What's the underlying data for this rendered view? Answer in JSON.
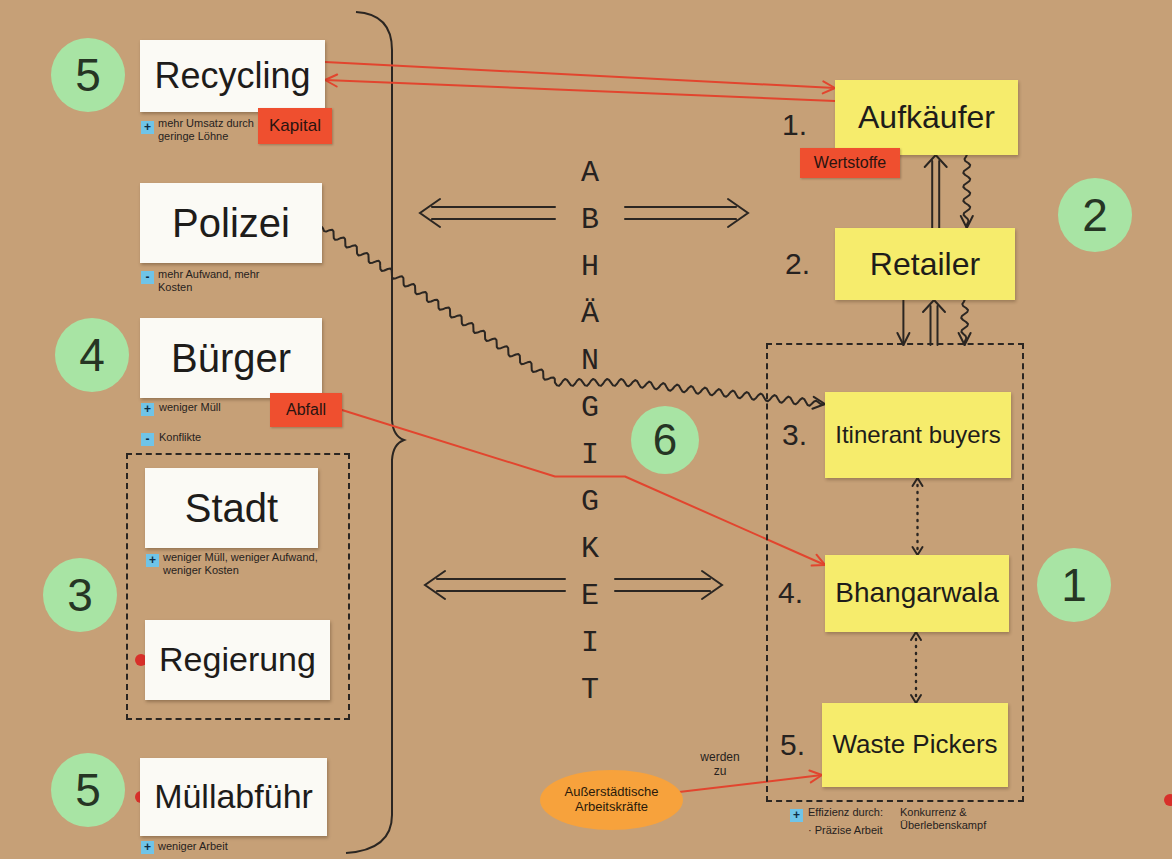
{
  "diagram": {
    "nodes": [
      {
        "text": [
          "5"
        ]
      },
      {
        "text": [
          "Recycling"
        ]
      },
      {
        "text": [
          "Kapital"
        ]
      },
      {
        "text": [
          "Aufkäufer"
        ]
      },
      {
        "text": [
          "Wertstoffe"
        ]
      },
      {
        "text": [
          "2"
        ]
      },
      {
        "text": [
          "Polizei"
        ]
      },
      {
        "text": [
          "Retailer"
        ]
      },
      {
        "text": [
          "4"
        ]
      },
      {
        "text": [
          "Bürger"
        ]
      },
      {
        "text": [
          "Abfall"
        ]
      },
      {
        "text": []
      },
      {
        "text": [
          "Itinerant buyers"
        ],
        "in": 11
      },
      {
        "text": [
          "6"
        ]
      },
      {
        "text": []
      },
      {
        "text": [
          "Stadt"
        ],
        "in": 14
      },
      {
        "text": [
          "Regierung"
        ],
        "in": 14
      },
      {
        "text": [
          "3"
        ]
      },
      {
        "text": [
          "Bhangarwala"
        ],
        "in": 11
      },
      {
        "text": [
          "1"
        ]
      },
      {
        "text": [
          "Waste Pickers"
        ],
        "in": 11
      },
      {
        "text": [
          "5"
        ]
      },
      {
        "text": [
          "Müllabführ"
        ]
      },
      {
        "text": [
          "Außerstädtische Arbeitskräfte"
        ]
      }
    ],
    "edges": [
      {
        "from": 1,
        "to": 3,
        "arrow": "to"
      },
      {
        "from": 3,
        "to": 1,
        "arrow": "to"
      },
      {
        "from": 7,
        "to": 3,
        "arrow": "to"
      },
      {
        "from": 3,
        "to": 7,
        "arrow": "to"
      },
      {
        "from": 7,
        "to": 11,
        "arrow": "to"
      },
      {
        "from": 11,
        "to": 7,
        "arrow": "to"
      },
      {
        "from": 7,
        "to": 11,
        "arrow": "to"
      },
      {
        "from": 6,
        "to": 12,
        "arrow": "to"
      },
      {
        "from": 10,
        "to": 18,
        "arrow": "to"
      },
      {
        "from": 12,
        "to": 18,
        "arrow": "both"
      },
      {
        "from": 18,
        "to": 20,
        "arrow": "both"
      },
      {
        "from": 23,
        "to": 20,
        "label": "werden zu",
        "arrow": "to"
      }
    ],
    "labels": [
      "+",
      "mehr Umsatz durch geringe Löhne",
      "-",
      "mehr Aufwand, mehr Kosten",
      "+",
      "weniger Müll",
      "-",
      "Konflikte",
      "+",
      "weniger Müll, weniger Aufwand, weniger Kosten",
      "+",
      "weniger Arbeit",
      "ABHÄNGIGKEIT",
      "1.",
      "2.",
      "3.",
      "4.",
      "5.",
      "+",
      "Effizienz durch:",
      "Konkurrenz & Überlebenskampf",
      "· Präzise Arbeit"
    ]
  }
}
